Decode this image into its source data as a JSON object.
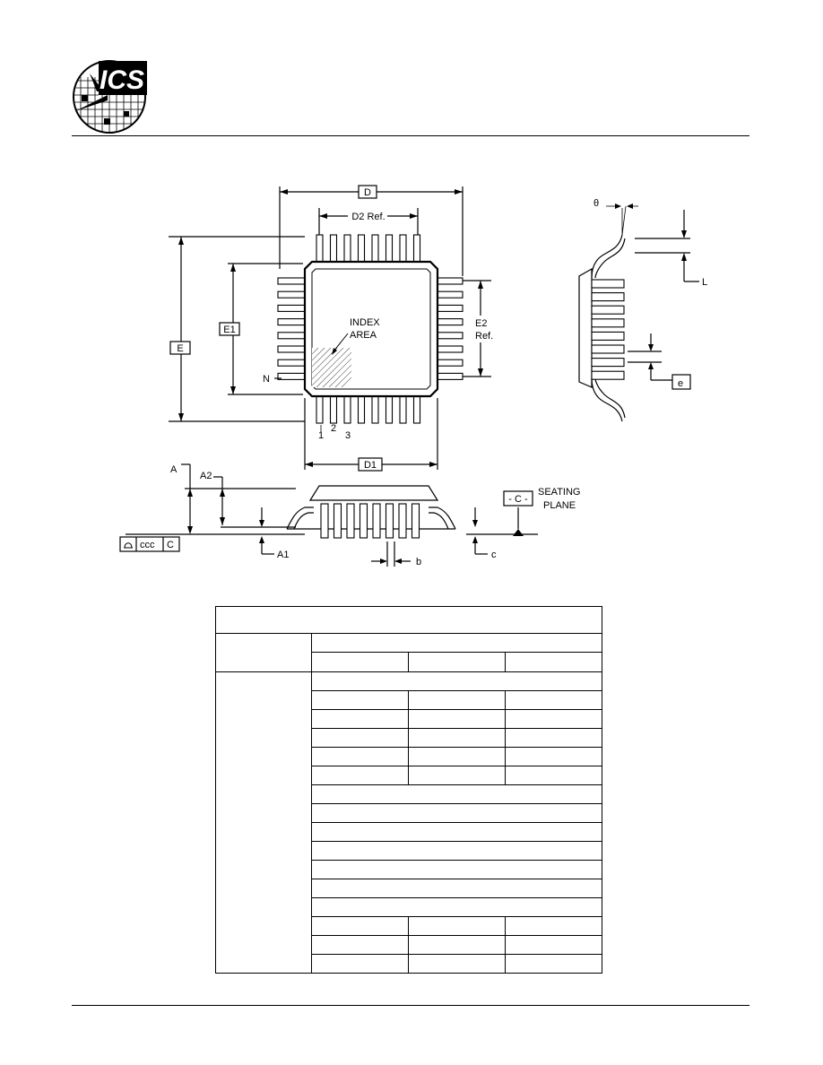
{
  "logo": {
    "text": "ICS"
  },
  "drawing": {
    "top_view": {
      "labels": {
        "d": "D",
        "d2": "D2 Ref.",
        "e": "E",
        "e1": "E1",
        "e2_line1": "E2",
        "e2_line2": "Ref.",
        "index_line1": "INDEX",
        "index_line2": "AREA",
        "n": "N",
        "pin1": "1",
        "pin2": "2",
        "pin3": "3",
        "d1": "D1"
      }
    },
    "side_view": {
      "labels": {
        "theta": "θ",
        "l": "L",
        "e_pitch": "e"
      }
    },
    "bottom_view": {
      "labels": {
        "a": "A",
        "a2": "A2",
        "a1": "A1",
        "b": "b",
        "c": "c",
        "seating_ref": "- C -",
        "seating_line1": "SEATING",
        "seating_line2": "PLANE",
        "ccc": "ccc",
        "ccc_ref": "C"
      }
    }
  },
  "table": {
    "title": "",
    "header": "",
    "columns": [
      "",
      "",
      ""
    ],
    "rows": []
  }
}
